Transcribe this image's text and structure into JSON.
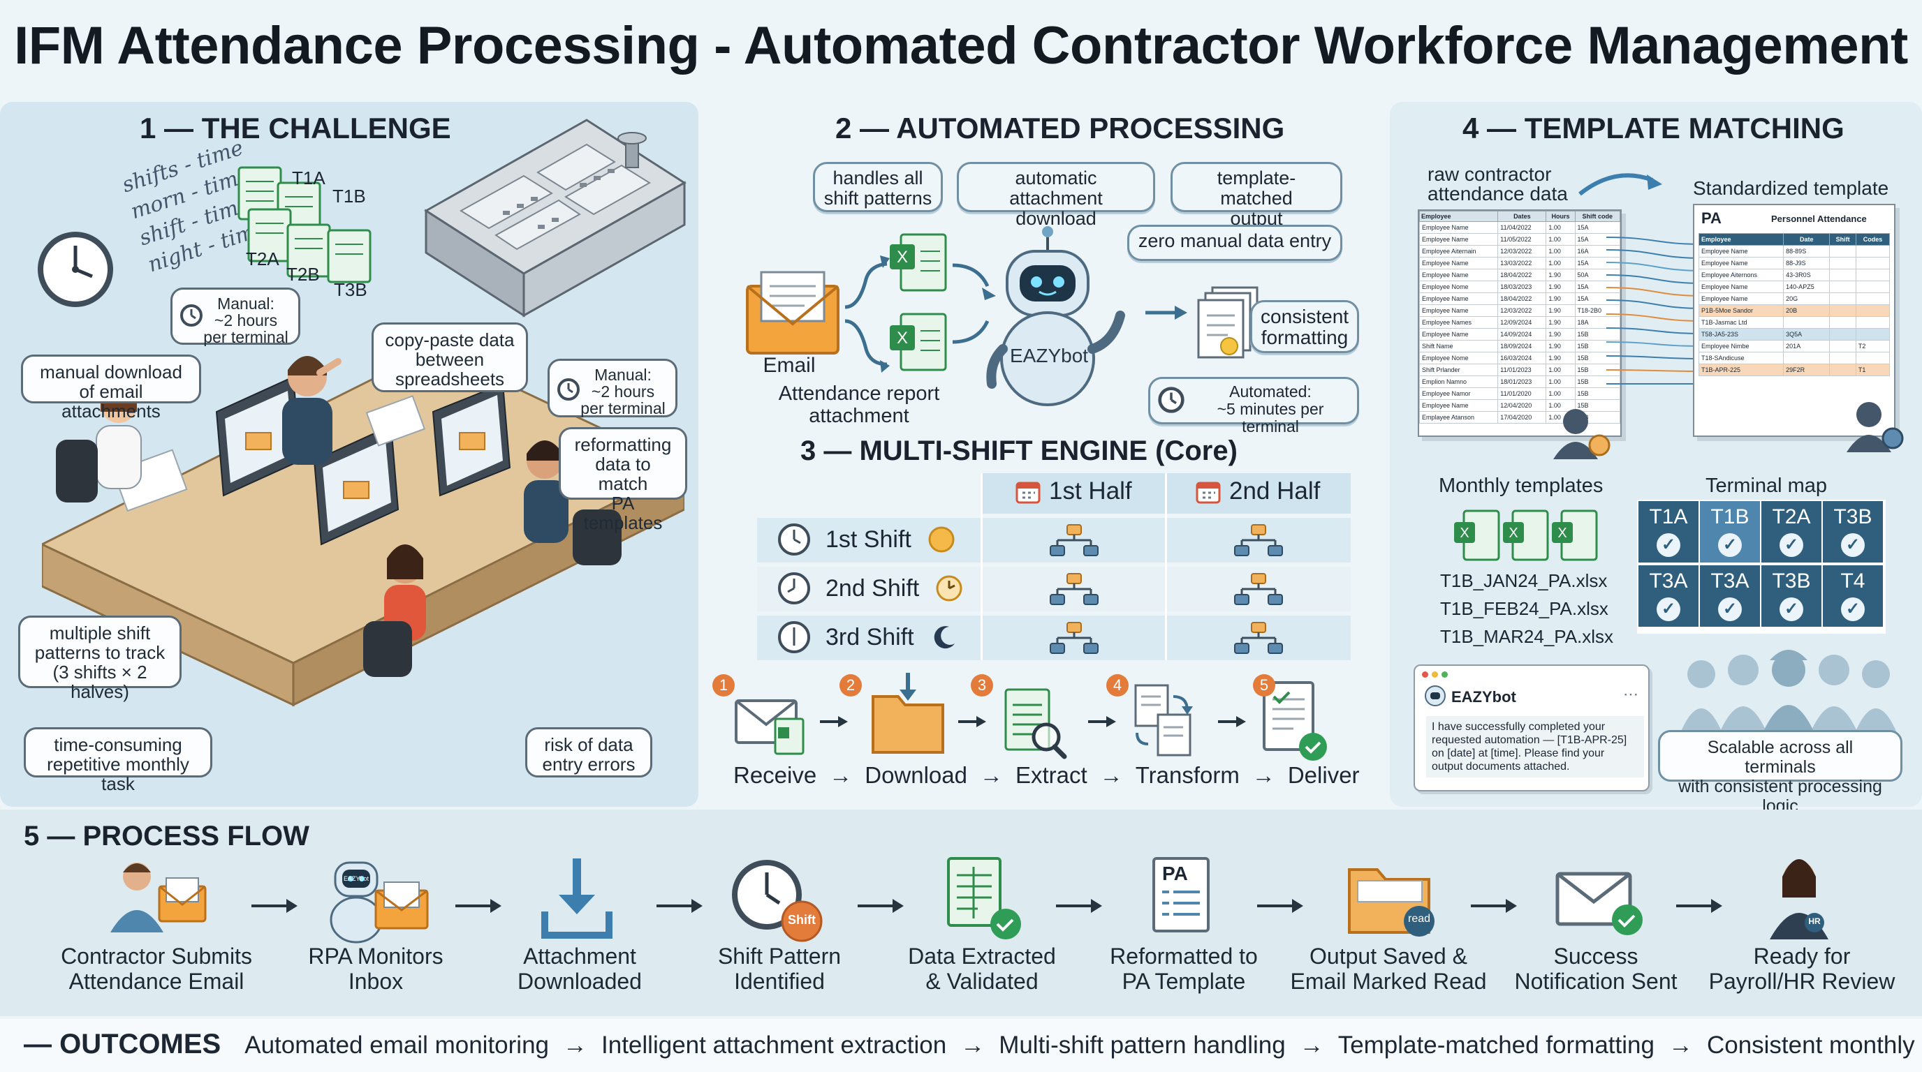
{
  "title": "IFM Attendance Processing - Automated Contractor Workforce Management",
  "challenge": {
    "heading": "1 — THE CHALLENGE",
    "scribbles": [
      "shifts - time",
      "morn - time",
      "shift - time",
      "night - time"
    ],
    "terminals": [
      "T1A",
      "T1B",
      "T2A",
      "T2B",
      "T3B"
    ],
    "bubbles": {
      "manual_2h_a": "Manual:\n~2 hours\nper terminal",
      "copy_paste": "copy-paste data\nbetween\nspreadsheets",
      "manual_download": "manual download\nof email attachments",
      "manual_2h_b": "Manual:\n~2 hours\nper terminal",
      "reformatting": "reformatting\ndata to match\nPA templates",
      "multiple_shift": "multiple shift\npatterns to track\n(3 shifts × 2 halves)",
      "time_consuming": "time-consuming\nrepetitive monthly task",
      "risk": "risk of data\nentry errors"
    }
  },
  "automated": {
    "heading": "2 — AUTOMATED PROCESSING",
    "pills": [
      "handles all\nshift patterns",
      "automatic attachment\ndownload",
      "template-matched\noutput",
      "zero manual data entry"
    ],
    "email_label": "Email",
    "attachment_label": "Attendance report\nattachment",
    "bot_label": "EAZYbot",
    "consistent": "consistent\nformatting",
    "automated_time": "Automated:\n~5 minutes per terminal"
  },
  "engine": {
    "heading": "3 — MULTI-SHIFT ENGINE (Core)",
    "halves": [
      "1st Half",
      "2nd Half"
    ],
    "shifts": [
      "1st Shift",
      "2nd Shift",
      "3rd Shift"
    ]
  },
  "steps": [
    {
      "num": "1",
      "label": "Receive"
    },
    {
      "num": "2",
      "label": "Download"
    },
    {
      "num": "3",
      "label": "Extract"
    },
    {
      "num": "4",
      "label": "Transform"
    },
    {
      "num": "5",
      "label": "Deliver"
    }
  ],
  "template": {
    "heading": "4 — TEMPLATE MATCHING",
    "raw_label": "raw contractor\nattendance data",
    "std_label": "Standardized template",
    "raw_headers": [
      "Employee",
      "Dates",
      "Hours",
      "Shift code"
    ],
    "raw_rows": [
      [
        "Employee Name",
        "11/04/2022",
        "1.00",
        "15A"
      ],
      [
        "Employee Name",
        "11/05/2022",
        "1.00",
        "15A"
      ],
      [
        "Employee Aiternain",
        "12/03/2022",
        "1.00",
        "16A"
      ],
      [
        "Employee Name",
        "13/03/2022",
        "1.00",
        "15A"
      ],
      [
        "Employee Name",
        "18/04/2022",
        "1.90",
        "50A"
      ],
      [
        "Employee Nome",
        "18/03/2023",
        "1.90",
        "15A"
      ],
      [
        "Employee Name",
        "18/04/2022",
        "1.90",
        "15A"
      ],
      [
        "Employee Name",
        "12/03/2022",
        "1.90",
        "T18-2B0"
      ],
      [
        "Employee Names",
        "12/09/2024",
        "1.90",
        "18A"
      ],
      [
        "Employee Name",
        "14/09/2024",
        "1.90",
        "15B"
      ],
      [
        "Shift Name",
        "18/09/2024",
        "1.90",
        "15B"
      ],
      [
        "Employee Nome",
        "16/03/2024",
        "1.90",
        "15B"
      ],
      [
        "Shift Prlander",
        "11/01/2023",
        "1.00",
        "15B"
      ],
      [
        "Emplion Namno",
        "18/01/2023",
        "1.00",
        "15B"
      ],
      [
        "Employee Namor",
        "11/01/2020",
        "1.00",
        "15B"
      ],
      [
        "Employee Name",
        "12/04/2020",
        "1.00",
        "15B"
      ],
      [
        "Emplayee Atanson",
        "17/04/2020",
        "1.00",
        "15B"
      ]
    ],
    "pa_title": "PA",
    "pa_subtitle": "Personnel Attendance",
    "pa_headers": [
      "Employee",
      "Date",
      "Shift",
      "Codes"
    ],
    "pa_rows": [
      [
        "Employee Name",
        "88-89S",
        "",
        ""
      ],
      [
        "Employee Name",
        "88-J9S",
        "",
        ""
      ],
      [
        "Employee Aiternons",
        "43-3R0S",
        "",
        ""
      ],
      [
        "Employee Name",
        "140-APZ5",
        "",
        ""
      ],
      [
        "Employee Name",
        "20G",
        "",
        ""
      ],
      [
        "P1B-5Moe Sandor",
        "20B",
        "",
        ""
      ],
      [
        "T1B-Jasmac Ltd",
        "",
        "",
        ""
      ],
      [
        "T58-JA5-23S",
        "3Q5A",
        "",
        ""
      ],
      [
        "Employee Nimbe",
        "201A",
        "",
        "T2"
      ],
      [
        "T18-SAndicuse",
        "",
        "",
        ""
      ],
      [
        "T1B-APR-225",
        "29F2R",
        "",
        "T1"
      ]
    ],
    "monthly_label": "Monthly templates",
    "files": [
      "T1B_JAN24_PA.xlsx",
      "T1B_FEB24_PA.xlsx",
      "T1B_MAR24_PA.xlsx"
    ],
    "terminal_map_label": "Terminal map",
    "terminal_map": [
      "T1A",
      "T1B",
      "T2A",
      "T3B",
      "T3A",
      "T3A",
      "T3B",
      "T4"
    ],
    "email_sender": "EAZYbot",
    "email_body": "I have successfully completed your requested automation — [T1B-APR-25] on [date] at [time]. Please find your output documents attached.",
    "scalable": "Scalable across all terminals\nwith consistent processing logic"
  },
  "process_flow": {
    "heading": "5 — PROCESS FLOW",
    "items": [
      "Contractor Submits\nAttendance Email",
      "RPA Monitors\nInbox",
      "Attachment\nDownloaded",
      "Shift Pattern\nIdentified",
      "Data Extracted\n& Validated",
      "Reformatted to\nPA Template",
      "Output Saved &\nEmail Marked Read",
      "Success\nNotification Sent",
      "Ready for\nPayroll/HR Review"
    ],
    "badges": {
      "shift": "Shift",
      "read": "read",
      "pa": "PA",
      "hr": "HR",
      "bot": "EAZYbot"
    }
  },
  "outcomes": {
    "label": "— OUTCOMES",
    "items": [
      "Automated email monitoring",
      "Intelligent attachment extraction",
      "Multi-shift pattern handling",
      "Template-matched formatting",
      "Consistent monthly outputs"
    ]
  },
  "colors": {
    "excel": "#2f8d4c",
    "navy": "#2f5f7d",
    "step_orange": "#e37b3b",
    "panel_left": "#d3e6ee"
  }
}
